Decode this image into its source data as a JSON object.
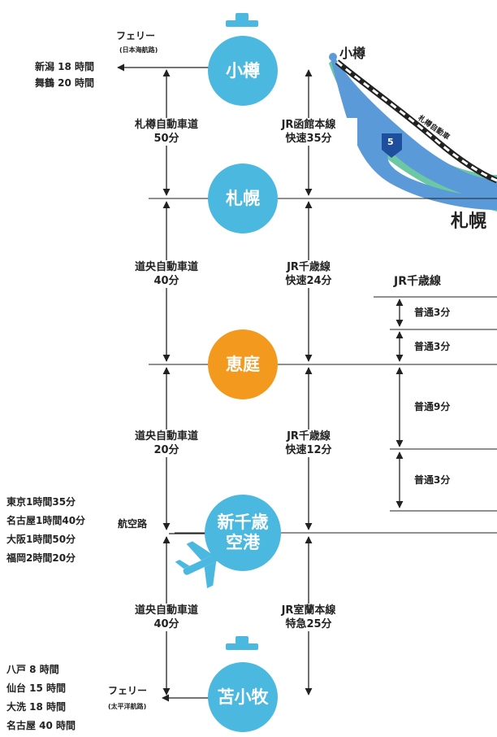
{
  "cities": {
    "otaru": "小樽",
    "sapporo": "札幌",
    "eniwa": "恵庭",
    "chitose_line1": "新千歳",
    "chitose_line2": "空港",
    "tomakomai": "苫小牧"
  },
  "map": {
    "otaru_label": "小樽",
    "sapporo_label": "札幌",
    "route_number": "5",
    "expressway_label": "札樽自動車"
  },
  "ferry_north": {
    "label": "フェリー",
    "sub": "(日本海航路)",
    "dest1": "新潟 18 時間",
    "dest2": "舞鶴 20 時間"
  },
  "ferry_south": {
    "label": "フェリー",
    "sub": "(太平洋航路)",
    "dests": [
      "八戸 8 時間",
      "仙台 15 時間",
      "大洗 18 時間",
      "名古屋 40 時間"
    ]
  },
  "air": {
    "label": "航空路",
    "dests": [
      "東京1時間35分",
      "名古屋1時間40分",
      "大阪1時間50分",
      "福岡2時間20分"
    ]
  },
  "road": {
    "seg1_name": "札樽自動車道",
    "seg1_time": "50分",
    "seg2_name": "道央自動車道",
    "seg2_time": "40分",
    "seg3_name": "道央自動車道",
    "seg3_time": "20分",
    "seg4_name": "道央自動車道",
    "seg4_time": "40分"
  },
  "rail": {
    "seg1_name": "JR函館本線",
    "seg1_time": "快速35分",
    "seg2_name": "JR千歳線",
    "seg2_time": "快速24分",
    "seg3_name": "JR千歳線",
    "seg3_time": "快速12分",
    "seg4_name": "JR室蘭本線",
    "seg4_time": "特急25分"
  },
  "local": {
    "title": "JR千歳線",
    "t1": "普通3分",
    "t2": "普通3分",
    "t3": "普通9分",
    "t4": "普通3分"
  },
  "colors": {
    "city_blue": "#4bb8e0",
    "eniwa_orange": "#f39a1e",
    "map_blue": "#5b9ad8",
    "map_green": "#6cc7a4",
    "route_shield": "#1d4f9c"
  }
}
